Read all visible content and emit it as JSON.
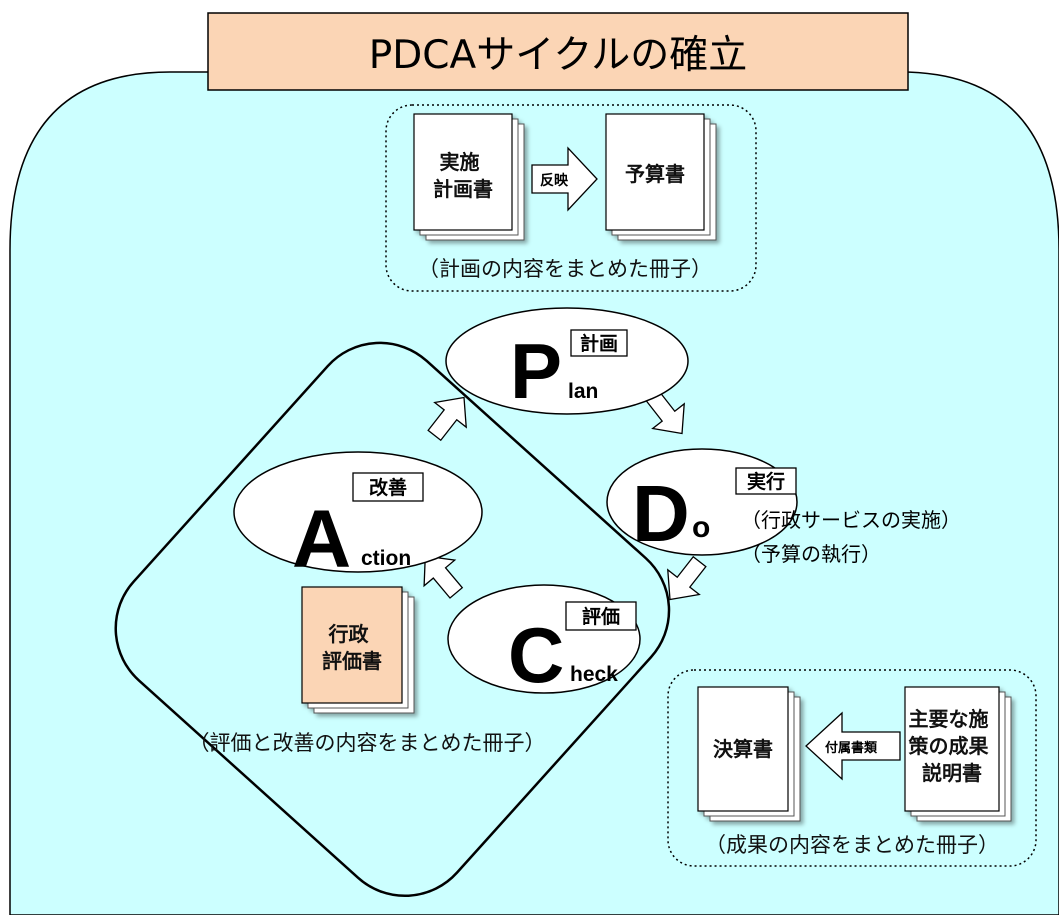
{
  "title": "PDCAサイクルの確立",
  "plan_group": {
    "doc_left": [
      "実施",
      "計画書"
    ],
    "arrow_label": "反映",
    "doc_right": "予算書",
    "caption": "（計画の内容をまとめた冊子）"
  },
  "cycle": {
    "plan": {
      "letter": "P",
      "rest": "lan",
      "tag": "計画"
    },
    "do": {
      "letter": "D",
      "rest": "o",
      "tag": "実行",
      "notes": [
        "（行政サービスの実施）",
        "（予算の執行）"
      ]
    },
    "check": {
      "letter": "C",
      "rest": "heck",
      "tag": "評価"
    },
    "action": {
      "letter": "A",
      "rest": "ction",
      "tag": "改善"
    }
  },
  "evaluation": {
    "doc": [
      "行政",
      "評価書"
    ],
    "caption": "（評価と改善の内容をまとめた冊子）"
  },
  "results_group": {
    "doc_left": "決算書",
    "arrow_label": "付属書類",
    "doc_right": [
      "主要な施",
      "策の成果",
      "説明書"
    ],
    "caption": "（成果の内容をまとめた冊子）"
  },
  "colors": {
    "background": "#ccffff",
    "title_box": "#fbd5b5",
    "eval_doc": "#fbd5b5",
    "document": "#ffffff"
  }
}
